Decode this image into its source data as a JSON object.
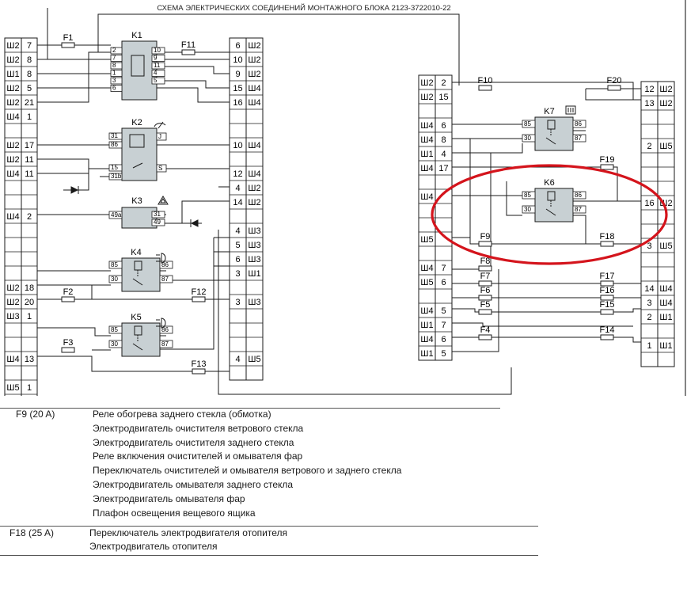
{
  "title": "СХЕМА ЭЛЕКТРИЧЕСКИХ СОЕДИНЕНИЙ МОНТАЖНОГО БЛОКА 2123-3722010-22",
  "colors": {
    "wire": "#1a1a1a",
    "relay_fill": "#c8d0d3",
    "highlight": "#d4141c",
    "connector_fill": "#ffffff"
  },
  "left_connector": [
    {
      "code": "Ш2",
      "pin": "7"
    },
    {
      "code": "Ш2",
      "pin": "8"
    },
    {
      "code": "Ш1",
      "pin": "8"
    },
    {
      "code": "Ш2",
      "pin": "5"
    },
    {
      "code": "Ш2",
      "pin": "21"
    },
    {
      "code": "Ш4",
      "pin": "1"
    },
    {
      "code": "",
      "pin": ""
    },
    {
      "code": "Ш2",
      "pin": "17"
    },
    {
      "code": "Ш2",
      "pin": "11"
    },
    {
      "code": "Ш4",
      "pin": "11"
    },
    {
      "code": "",
      "pin": ""
    },
    {
      "code": "",
      "pin": ""
    },
    {
      "code": "Ш4",
      "pin": "2"
    },
    {
      "code": "",
      "pin": ""
    },
    {
      "code": "",
      "pin": ""
    },
    {
      "code": "",
      "pin": ""
    },
    {
      "code": "",
      "pin": ""
    },
    {
      "code": "Ш2",
      "pin": "18"
    },
    {
      "code": "Ш2",
      "pin": "20"
    },
    {
      "code": "Ш3",
      "pin": "1"
    },
    {
      "code": "",
      "pin": ""
    },
    {
      "code": "",
      "pin": ""
    },
    {
      "code": "Ш4",
      "pin": "13"
    },
    {
      "code": "",
      "pin": ""
    },
    {
      "code": "Ш5",
      "pin": "1"
    },
    {
      "code": "",
      "pin": ""
    },
    {
      "code": "",
      "pin": ""
    }
  ],
  "center_connector": [
    {
      "pin": "6",
      "code": "Ш2"
    },
    {
      "pin": "10",
      "code": "Ш2"
    },
    {
      "pin": "9",
      "code": "Ш2"
    },
    {
      "pin": "15",
      "code": "Ш4"
    },
    {
      "pin": "16",
      "code": "Ш4"
    },
    {
      "pin": "",
      "code": ""
    },
    {
      "pin": "",
      "code": ""
    },
    {
      "pin": "10",
      "code": "Ш4"
    },
    {
      "pin": "",
      "code": ""
    },
    {
      "pin": "12",
      "code": "Ш4"
    },
    {
      "pin": "4",
      "code": "Ш2"
    },
    {
      "pin": "14",
      "code": "Ш2"
    },
    {
      "pin": "",
      "code": ""
    },
    {
      "pin": "4",
      "code": "Ш3"
    },
    {
      "pin": "5",
      "code": "Ш3"
    },
    {
      "pin": "6",
      "code": "Ш3"
    },
    {
      "pin": "3",
      "code": "Ш1"
    },
    {
      "pin": "",
      "code": ""
    },
    {
      "pin": "3",
      "code": "Ш3"
    },
    {
      "pin": "",
      "code": ""
    },
    {
      "pin": "",
      "code": ""
    },
    {
      "pin": "",
      "code": ""
    },
    {
      "pin": "4",
      "code": "Ш5"
    },
    {
      "pin": "",
      "code": ""
    }
  ],
  "right_left_connector": [
    {
      "code": "Ш2",
      "pin": "2"
    },
    {
      "code": "Ш2",
      "pin": "15"
    },
    {
      "code": "",
      "pin": ""
    },
    {
      "code": "Ш4",
      "pin": "6"
    },
    {
      "code": "Ш4",
      "pin": "8"
    },
    {
      "code": "Ш1",
      "pin": "4"
    },
    {
      "code": "Ш4",
      "pin": "17"
    },
    {
      "code": "",
      "pin": ""
    },
    {
      "code": "Ш4",
      "pin": ""
    },
    {
      "code": "",
      "pin": ""
    },
    {
      "code": "",
      "pin": ""
    },
    {
      "code": "Ш5",
      "pin": ""
    },
    {
      "code": "",
      "pin": ""
    },
    {
      "code": "Ш4",
      "pin": "7"
    },
    {
      "code": "Ш5",
      "pin": "6"
    },
    {
      "code": "",
      "pin": ""
    },
    {
      "code": "Ш4",
      "pin": "5"
    },
    {
      "code": "Ш1",
      "pin": "7"
    },
    {
      "code": "Ш4",
      "pin": "6"
    },
    {
      "code": "Ш1",
      "pin": "5"
    }
  ],
  "right_right_connector": [
    {
      "pin": "12",
      "code": "Ш2"
    },
    {
      "pin": "13",
      "code": "Ш2"
    },
    {
      "pin": "",
      "code": ""
    },
    {
      "pin": "",
      "code": ""
    },
    {
      "pin": "2",
      "code": "Ш5"
    },
    {
      "pin": "",
      "code": ""
    },
    {
      "pin": "",
      "code": ""
    },
    {
      "pin": "",
      "code": ""
    },
    {
      "pin": "16",
      "code": "Ш2"
    },
    {
      "pin": "",
      "code": ""
    },
    {
      "pin": "",
      "code": ""
    },
    {
      "pin": "3",
      "code": "Ш5"
    },
    {
      "pin": "",
      "code": ""
    },
    {
      "pin": "",
      "code": ""
    },
    {
      "pin": "14",
      "code": "Ш4"
    },
    {
      "pin": "3",
      "code": "Ш4"
    },
    {
      "pin": "2",
      "code": "Ш1"
    },
    {
      "pin": "",
      "code": ""
    },
    {
      "pin": "1",
      "code": "Ш1"
    },
    {
      "pin": "",
      "code": ""
    }
  ],
  "fuses": {
    "F1": "F1",
    "F2": "F2",
    "F3": "F3",
    "F11": "F11",
    "F12": "F12",
    "F13": "F13",
    "F10": "F10",
    "F20": "F20",
    "F19": "F19",
    "F9": "F9",
    "F18": "F18",
    "F8": "F8",
    "F7": "F7",
    "F17": "F17",
    "F6": "F6",
    "F16": "F16",
    "F5": "F5",
    "F15": "F15",
    "F4": "F4",
    "F14": "F14"
  },
  "relays": {
    "K1": {
      "label": "K1",
      "pins_left": [
        "2",
        "7",
        "8",
        "1",
        "3",
        "6"
      ],
      "pins_right": [
        "10",
        "9",
        "11",
        "4",
        "5"
      ]
    },
    "K2": {
      "label": "K2",
      "pins": [
        "31",
        "86",
        "J",
        "15",
        "31b",
        "S"
      ]
    },
    "K3": {
      "label": "K3",
      "pins": [
        "49a",
        "31",
        "49"
      ]
    },
    "K4": {
      "label": "K4",
      "pins": [
        "85",
        "86",
        "30",
        "87"
      ]
    },
    "K5": {
      "label": "K5",
      "pins": [
        "85",
        "86",
        "30",
        "87"
      ]
    },
    "K7": {
      "label": "K7",
      "pins": [
        "85",
        "86",
        "30",
        "87"
      ]
    },
    "K6": {
      "label": "K6",
      "pins": [
        "85",
        "86",
        "30",
        "87"
      ]
    }
  },
  "table1": {
    "fuse": "F9 (20 A)",
    "items": [
      "Реле обогрева заднего стекла (обмотка)",
      "Электродвигатель очистителя ветрового стекла",
      "Электродвигатель очистителя заднего стекла",
      "Реле включения очистителей и омывателя фар",
      "Переключатель очистителей и омывателя ветрового и заднего стекла",
      "Электродвигатель омывателя заднего стекла",
      "Электродвигатель омывателя фар",
      "Плафон освещения вещевого ящика"
    ]
  },
  "table2": {
    "fuse": "F18 (25 A)",
    "items": [
      "Переключатель электродвигателя отопителя",
      "Электродвигатель отопителя"
    ]
  }
}
